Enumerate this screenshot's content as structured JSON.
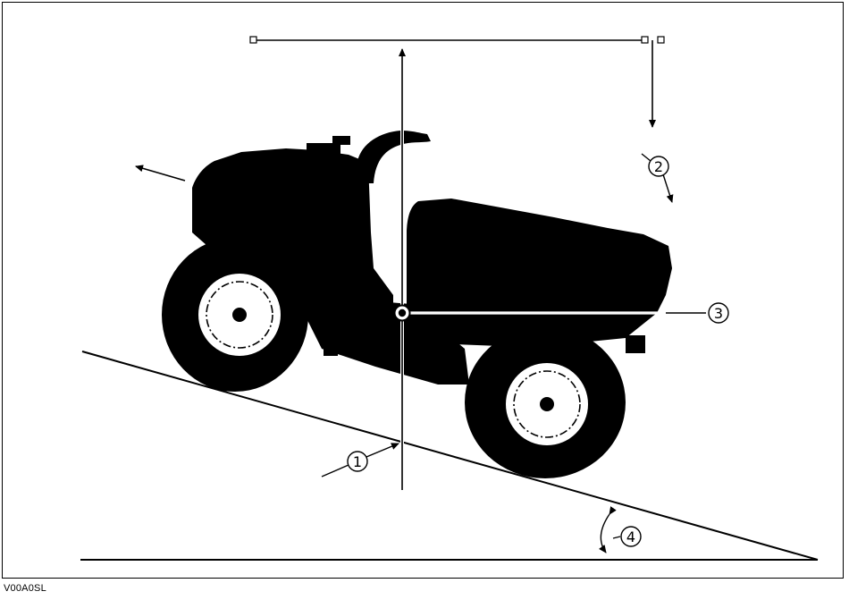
{
  "figure": {
    "code": "V00A0SL",
    "ink_color": "#000000",
    "paper_color": "#ffffff"
  },
  "callouts": [
    {
      "id": "1",
      "label": "①"
    },
    {
      "id": "2",
      "label": "②"
    },
    {
      "id": "3",
      "label": "③"
    },
    {
      "id": "4",
      "label": "④"
    }
  ]
}
